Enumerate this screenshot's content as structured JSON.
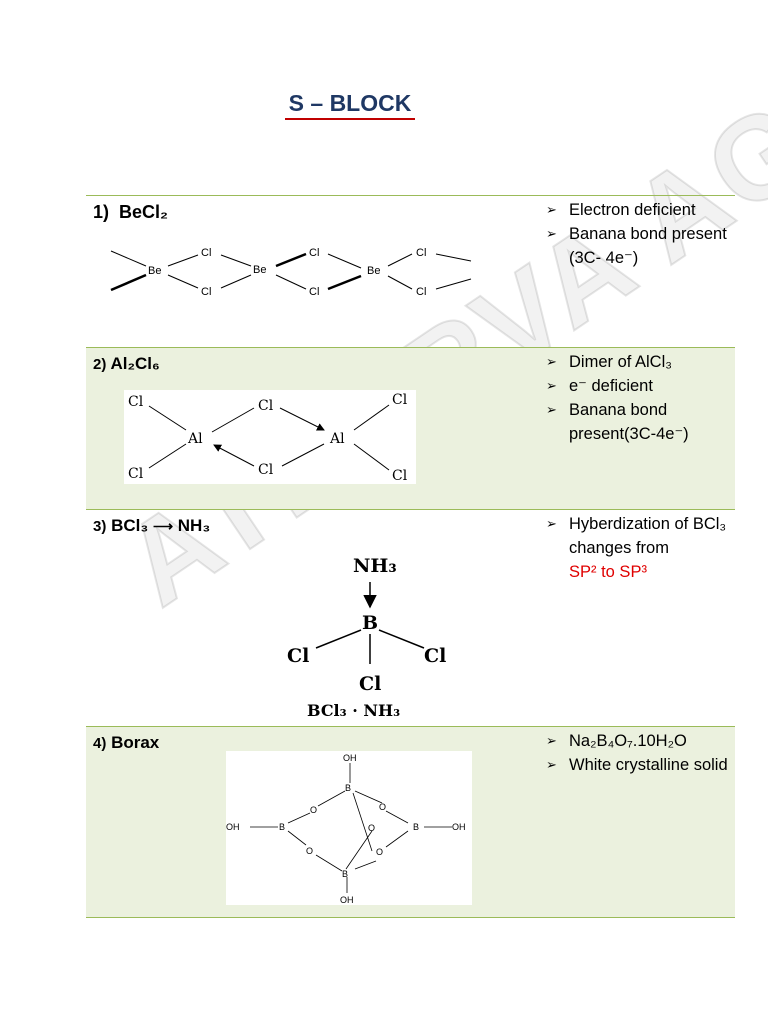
{
  "title": "S – BLOCK",
  "watermark": "ATHARVA AGRAWAL",
  "rows": [
    {
      "num": "1)",
      "formula": "BeCl₂",
      "bullets": [
        "Electron deficient",
        "Banana bond present",
        "(3C- 4e⁻)"
      ]
    },
    {
      "num": "2)",
      "formula": "Al₂Cl₆",
      "bullets": [
        "Dimer of AlCl₃",
        "e⁻ deficient",
        "Banana bond present(3C-4e⁻)"
      ]
    },
    {
      "num": "3)",
      "formula_left": "BCl₃",
      "formula_right": "NH₃",
      "bullets": [
        "Hyberdization of BCl₃ changes from",
        "SP² to SP³"
      ]
    },
    {
      "num": "4)",
      "formula": "Borax",
      "bullets": [
        "Na₂B₄O₇.10H₂O",
        "White crystalline solid"
      ]
    }
  ],
  "structures": {
    "becl2": {
      "be": "Be",
      "cl": "Cl"
    },
    "al2cl6": {
      "al": "Al",
      "cl": "Cl"
    },
    "adduct": {
      "nh3": "NH₃",
      "b": "B",
      "cl": "Cl",
      "caption": "BCl₃ · NH₃"
    },
    "borax": {
      "oh": "OH",
      "b": "B",
      "o": "O"
    }
  },
  "colors": {
    "title": "#1f3864",
    "underline": "#c00000",
    "green_row": "#ebf1de",
    "border": "#9bbb59",
    "red_text": "#e00000"
  }
}
